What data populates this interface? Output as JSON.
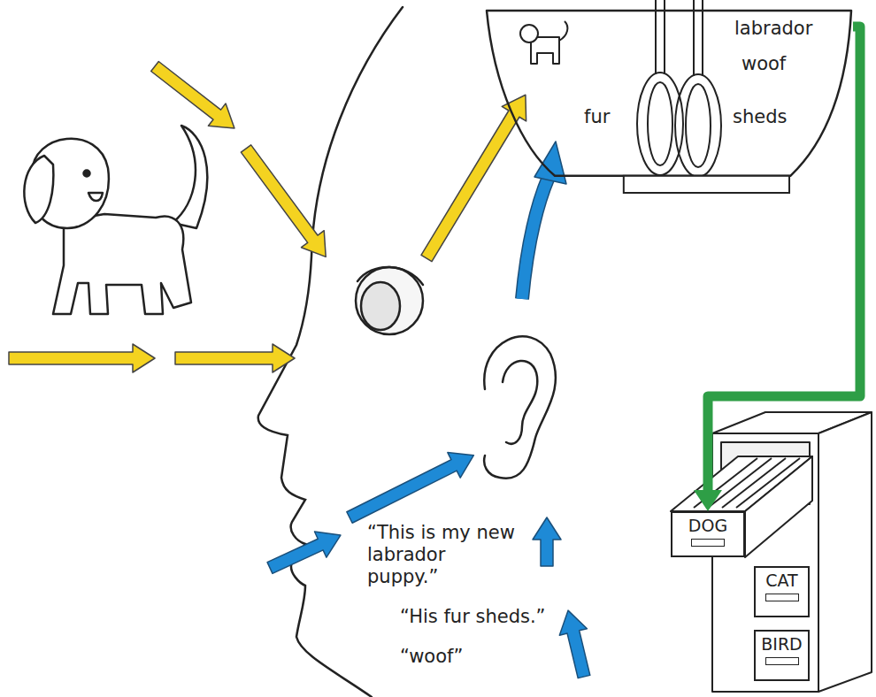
{
  "diagram": {
    "nodes": [
      {
        "text": [
          "labrador",
          "woof",
          "fur",
          "sheds"
        ]
      },
      {
        "text": [
          "DOG"
        ]
      },
      {
        "text": [
          "CAT"
        ]
      },
      {
        "text": [
          "BIRD"
        ]
      }
    ],
    "edges": [
      {
        "from": 0,
        "to": 1,
        "arrow": "to"
      }
    ],
    "labels": [
      "“This is my new labrador puppy.”",
      "“His fur sheds.”",
      "“woof”"
    ]
  }
}
